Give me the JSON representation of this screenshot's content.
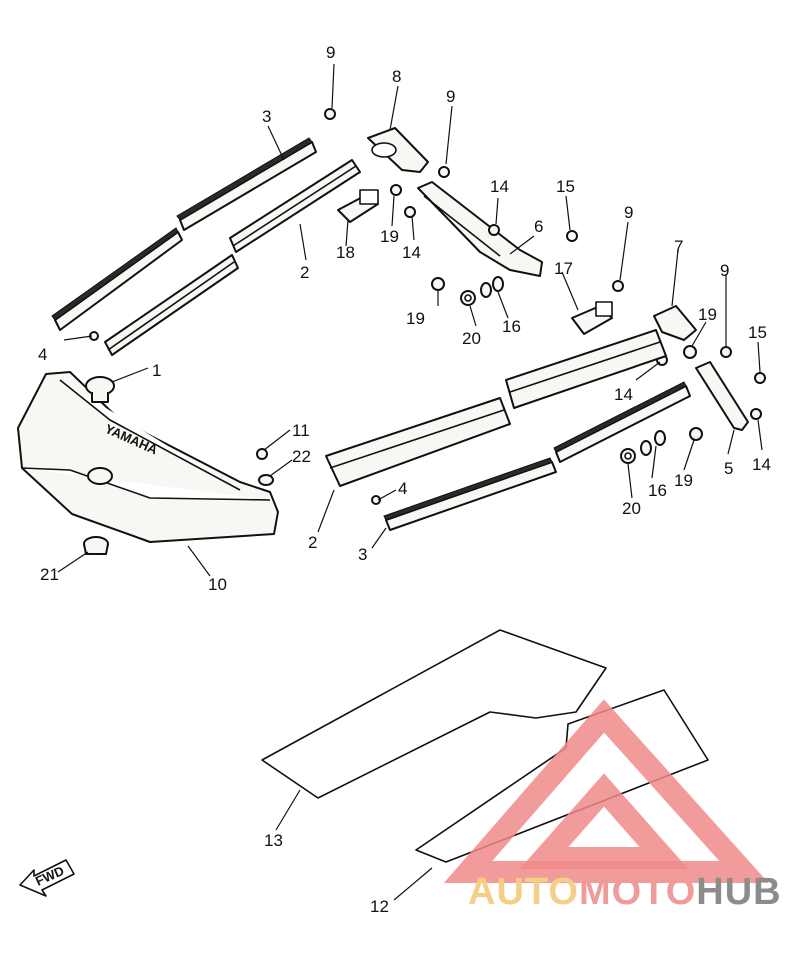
{
  "diagram": {
    "callouts": {
      "p1": "1",
      "p2a": "2",
      "p2b": "2",
      "p3a": "3",
      "p3b": "3",
      "p4a": "4",
      "p4b": "4",
      "p5": "5",
      "p6": "6",
      "p7": "7",
      "p8": "8",
      "p9a": "9",
      "p9b": "9",
      "p9c": "9",
      "p9d": "9",
      "p10": "10",
      "p11": "11",
      "p12": "12",
      "p13": "13",
      "p14a": "14",
      "p14b": "14",
      "p14c": "14",
      "p14d": "14",
      "p15a": "15",
      "p15b": "15",
      "p16a": "16",
      "p16b": "16",
      "p17": "17",
      "p18": "18",
      "p19a": "19",
      "p19b": "19",
      "p19c": "19",
      "p19d": "19",
      "p20a": "20",
      "p20b": "20",
      "p21": "21",
      "p22": "22"
    },
    "bumper_mark": "YAMAHA",
    "arrow_label": "FWD"
  },
  "watermark": {
    "part1": "AUTO",
    "part2": "MOTO",
    "part3": "HUB",
    "colors": {
      "auto": "#f5cf86",
      "moto": "#f19a9a",
      "hub": "#8c8c8c",
      "triangle": "#f08a8a"
    }
  }
}
